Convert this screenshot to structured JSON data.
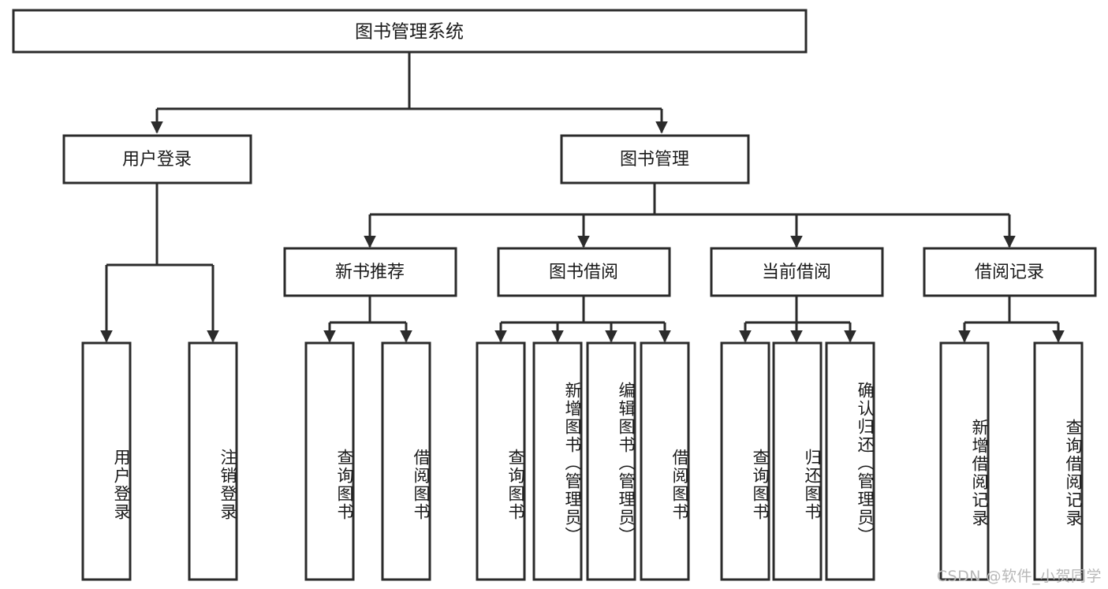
{
  "diagram": {
    "title": "图书管理系统",
    "watermark": "CSDN @软件_小贺同学",
    "type": "tree-hierarchy",
    "root": {
      "label": "图书管理系统",
      "children": [
        {
          "label": "用户登录",
          "children": [
            {
              "label": "用户登录"
            },
            {
              "label": "注销登录"
            }
          ]
        },
        {
          "label": "图书管理",
          "children": [
            {
              "label": "新书推荐",
              "children": [
                {
                  "label": "查询图书"
                },
                {
                  "label": "借阅图书"
                }
              ]
            },
            {
              "label": "图书借阅",
              "children": [
                {
                  "label": "查询图书"
                },
                {
                  "label": "新增图书（管理员）"
                },
                {
                  "label": "编辑图书（管理员）"
                },
                {
                  "label": "借阅图书"
                }
              ]
            },
            {
              "label": "当前借阅",
              "children": [
                {
                  "label": "查询图书"
                },
                {
                  "label": "归还图书"
                },
                {
                  "label": "确认归还（管理员）"
                }
              ]
            },
            {
              "label": "借阅记录",
              "children": [
                {
                  "label": "新增借阅记录"
                },
                {
                  "label": "查询借阅记录"
                }
              ]
            }
          ]
        }
      ]
    },
    "nodes": {
      "root": "图书管理系统",
      "l1_user_login": "用户登录",
      "l1_book_mgmt": "图书管理",
      "l2_new_book": "新书推荐",
      "l2_borrow": "图书借阅",
      "l2_current": "当前借阅",
      "l2_record": "借阅记录",
      "leaf_user_login": "用户登录",
      "leaf_logout": "注销登录",
      "leaf_nb_query": "查询图书",
      "leaf_nb_borrow": "借阅图书",
      "leaf_bw_query": "查询图书",
      "leaf_bw_add": "新增图书（管理员）",
      "leaf_bw_edit": "编辑图书（管理员）",
      "leaf_bw_borrow": "借阅图书",
      "leaf_cur_query": "查询图书",
      "leaf_cur_return": "归还图书",
      "leaf_cur_confirm": "确认归还（管理员）",
      "leaf_rec_add": "新增借阅记录",
      "leaf_rec_query": "查询借阅记录"
    },
    "colors": {
      "stroke": "#2b2b2b",
      "fill": "#ffffff",
      "text": "#1a1a1a",
      "watermark": "#b8b8b8"
    }
  }
}
